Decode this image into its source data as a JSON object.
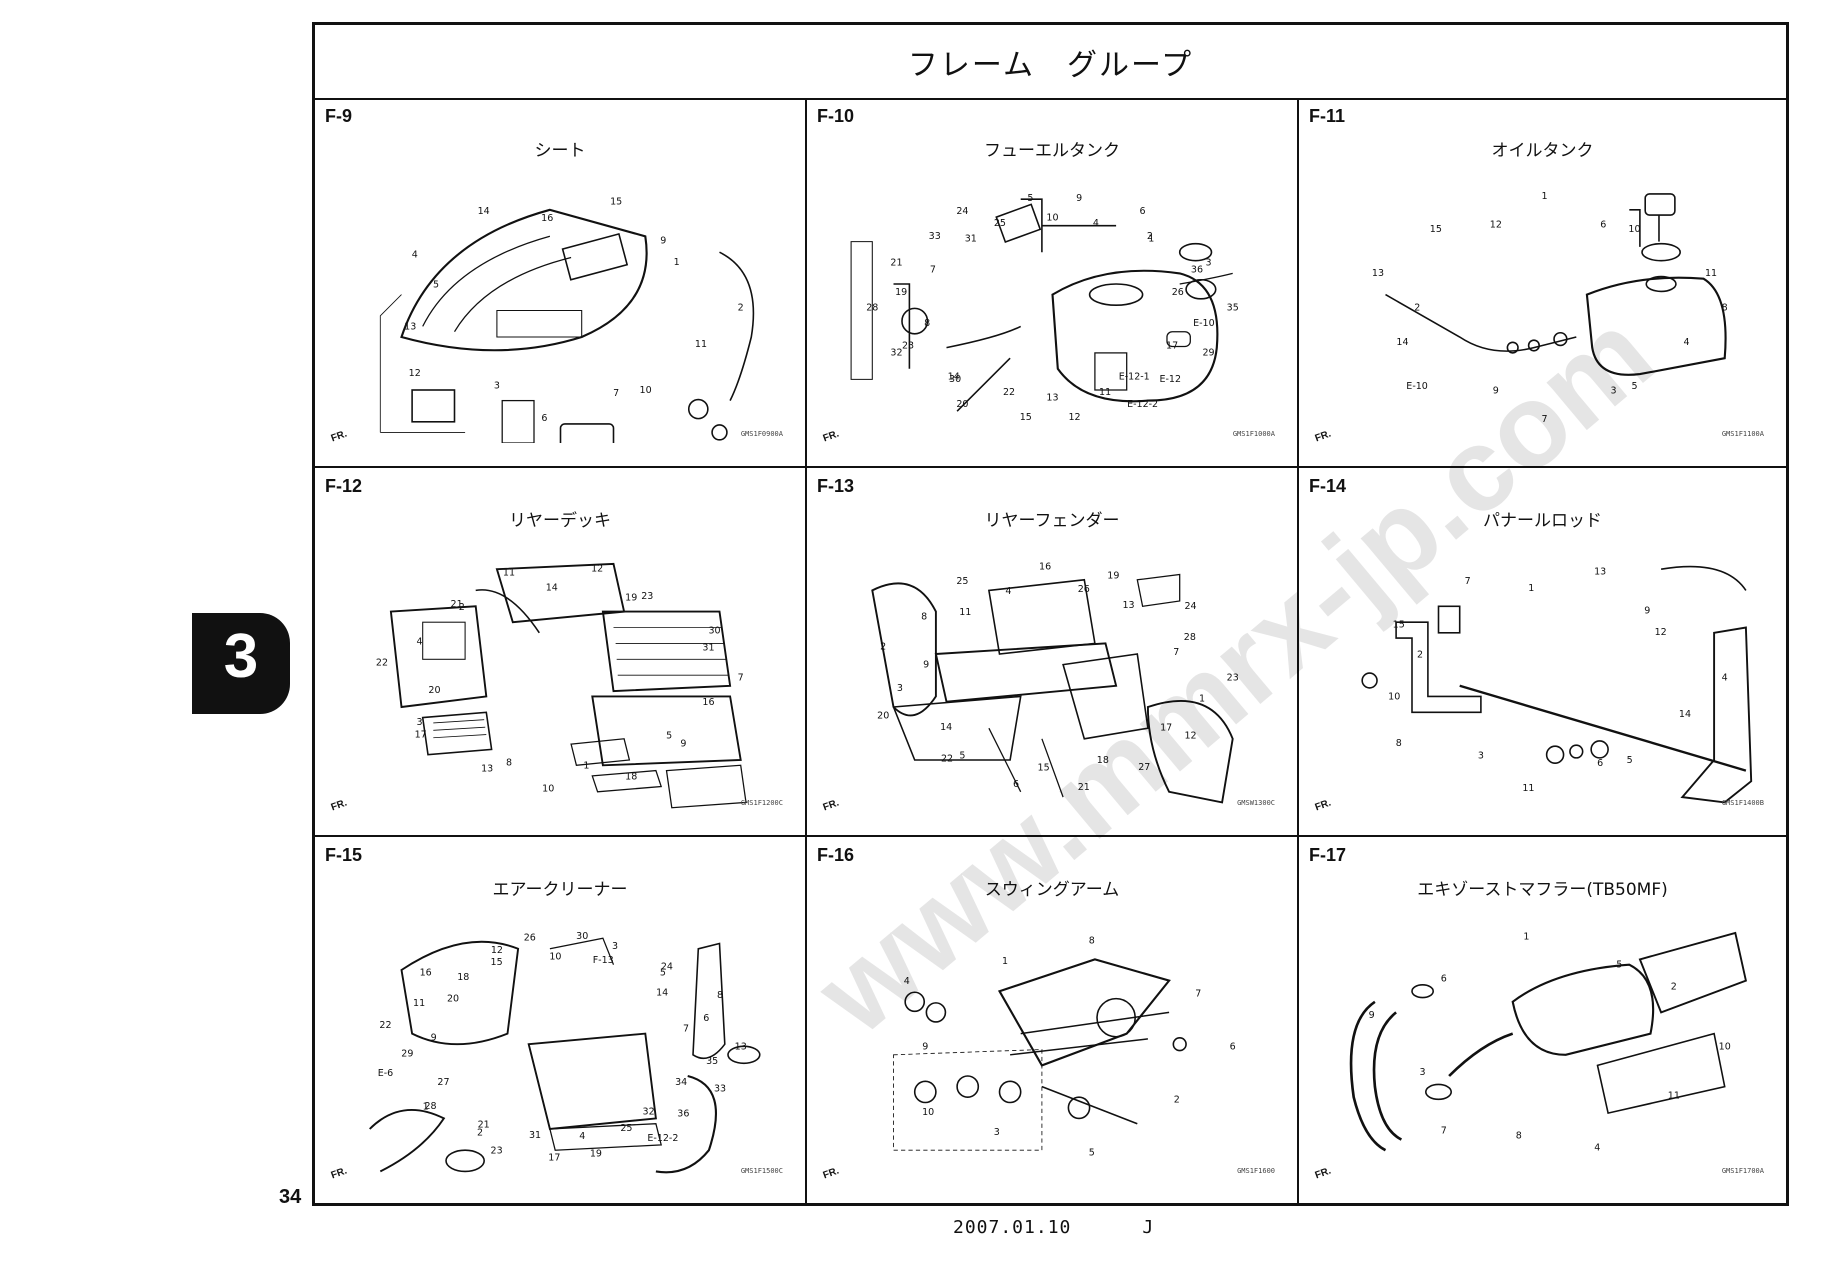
{
  "page": {
    "header_title": "フレーム　グループ",
    "section_tab": "3",
    "page_number": "34",
    "date_code": "2007.01.10",
    "date_suffix": "J",
    "watermark": "www.mmrx-jp.com"
  },
  "sections": [
    {
      "code": "F-9",
      "title": "シート",
      "ref": "GMS1F0900A",
      "fr": "FR.",
      "callouts": [
        "2",
        "11",
        "10",
        "7",
        "6",
        "3",
        "12",
        "13",
        "5",
        "4",
        "14",
        "16",
        "15",
        "9",
        "1"
      ]
    },
    {
      "code": "F-10",
      "title": "フューエルタンク",
      "ref": "GMS1F1000A",
      "fr": "FR.",
      "callouts": [
        "35",
        "E-10",
        "17",
        "29",
        "E-12",
        "E-12-1",
        "E-12-2",
        "11",
        "12",
        "13",
        "15",
        "22",
        "20",
        "14",
        "30",
        "32",
        "23",
        "8",
        "28",
        "19",
        "7",
        "21",
        "33",
        "31",
        "24",
        "25",
        "5",
        "10",
        "9",
        "4",
        "6",
        "1",
        "2",
        "3",
        "36",
        "26"
      ]
    },
    {
      "code": "F-11",
      "title": "オイルタンク",
      "ref": "GMS1F1100A",
      "fr": "FR.",
      "callouts": [
        "8",
        "4",
        "5",
        "3",
        "7",
        "9",
        "E-10",
        "14",
        "2",
        "13",
        "15",
        "12",
        "1",
        "6",
        "10",
        "11"
      ]
    },
    {
      "code": "F-12",
      "title": "リヤーデッキ",
      "ref": "GMS1F1200C",
      "fr": "FR.",
      "callouts": [
        "7",
        "16",
        "5",
        "9",
        "18",
        "1",
        "10",
        "8",
        "13",
        "17",
        "3",
        "20",
        "22",
        "4",
        "2",
        "21",
        "11",
        "14",
        "12",
        "19",
        "23",
        "30",
        "31"
      ]
    },
    {
      "code": "F-13",
      "title": "リヤーフェンダー",
      "ref": "GMSW1300C",
      "fr": "FR.",
      "callouts": [
        "23",
        "1",
        "17",
        "12",
        "27",
        "18",
        "21",
        "15",
        "6",
        "5",
        "22",
        "14",
        "20",
        "3",
        "9",
        "2",
        "8",
        "11",
        "25",
        "4",
        "16",
        "26",
        "19",
        "13",
        "24",
        "28",
        "7"
      ]
    },
    {
      "code": "F-14",
      "title": "パナールロッド",
      "ref": "GMS1F1400B",
      "fr": "FR.",
      "callouts": [
        "4",
        "14",
        "5",
        "6",
        "11",
        "3",
        "8",
        "10",
        "2",
        "15",
        "7",
        "1",
        "13",
        "9",
        "12"
      ]
    },
    {
      "code": "F-15",
      "title": "エアークリーナー",
      "ref": "GMS1F1500C",
      "fr": "FR.",
      "callouts": [
        "13",
        "35",
        "34",
        "33",
        "36",
        "32",
        "E-12-2",
        "25",
        "19",
        "4",
        "17",
        "31",
        "23",
        "21",
        "2",
        "1",
        "28",
        "27",
        "E-6",
        "29",
        "9",
        "22",
        "11",
        "20",
        "16",
        "18",
        "12",
        "15",
        "26",
        "10",
        "30",
        "F-13",
        "3",
        "5",
        "24",
        "14",
        "8",
        "6",
        "7"
      ]
    },
    {
      "code": "F-16",
      "title": "スウィングアーム",
      "ref": "GMS1F1600",
      "fr": "FR.",
      "callouts": [
        "6",
        "2",
        "5",
        "3",
        "10",
        "9",
        "4",
        "1",
        "8",
        "7"
      ]
    },
    {
      "code": "F-17",
      "title": "エキゾーストマフラー(TB50MF)",
      "ref": "GMS1F1700A",
      "fr": "FR.",
      "callouts": [
        "10",
        "11",
        "4",
        "8",
        "7",
        "3",
        "9",
        "6",
        "1",
        "5",
        "2"
      ]
    }
  ]
}
